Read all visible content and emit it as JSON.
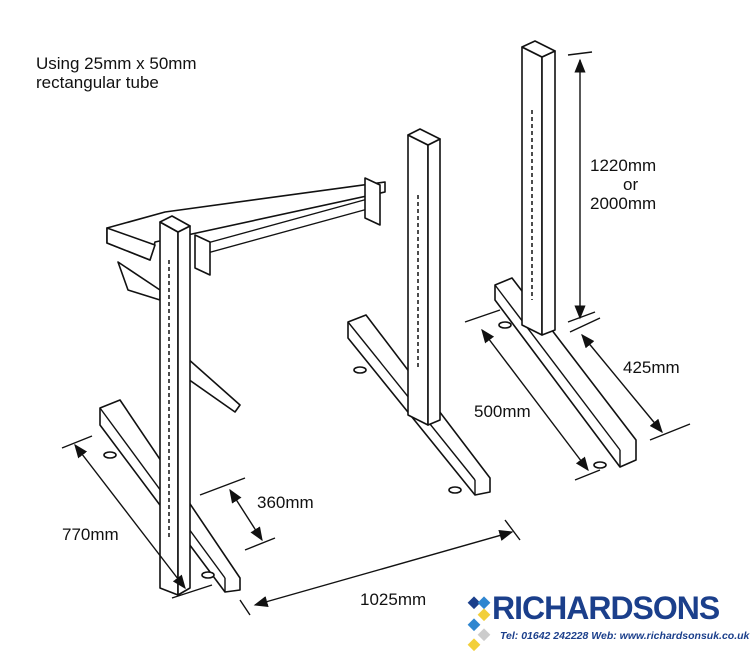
{
  "note": {
    "line1": "Using 25mm x 50mm",
    "line2": "rectangular tube"
  },
  "dimensions": {
    "height_a": "1220mm",
    "height_or": "or",
    "height_b": "2000mm",
    "base_length": "425mm",
    "base_total": "500mm",
    "arm_length": "360mm",
    "depth": "770mm",
    "width": "1025mm"
  },
  "logo": {
    "name": "RICHARDSONS",
    "contact": "Tel:  01642 242228  Web:  www.richardsonsuk.co.uk",
    "colors": {
      "blue": "#1b3f8b",
      "yellow": "#f2cf3a",
      "light_blue": "#2f86d0"
    }
  }
}
